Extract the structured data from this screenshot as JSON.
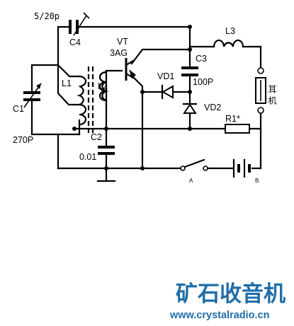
{
  "components": {
    "c4_value": "5/20p",
    "c4": "C4",
    "transistor": "VT",
    "transistor_type": "3AG",
    "l3": "L3",
    "c3": "C3",
    "c3_value": "100P",
    "l1": "L1",
    "l2": "L2",
    "vd1": "VD1",
    "vd2": "VD2",
    "c1": "C1",
    "c1_value": "270P",
    "c2": "C2",
    "c2_value": "0.01",
    "r1": "R1*",
    "earphone": "耳机",
    "terminal_a": "A",
    "terminal_b": "B"
  },
  "watermark": {
    "title": "矿石收音机",
    "url": "www.crystalradio.cn"
  }
}
